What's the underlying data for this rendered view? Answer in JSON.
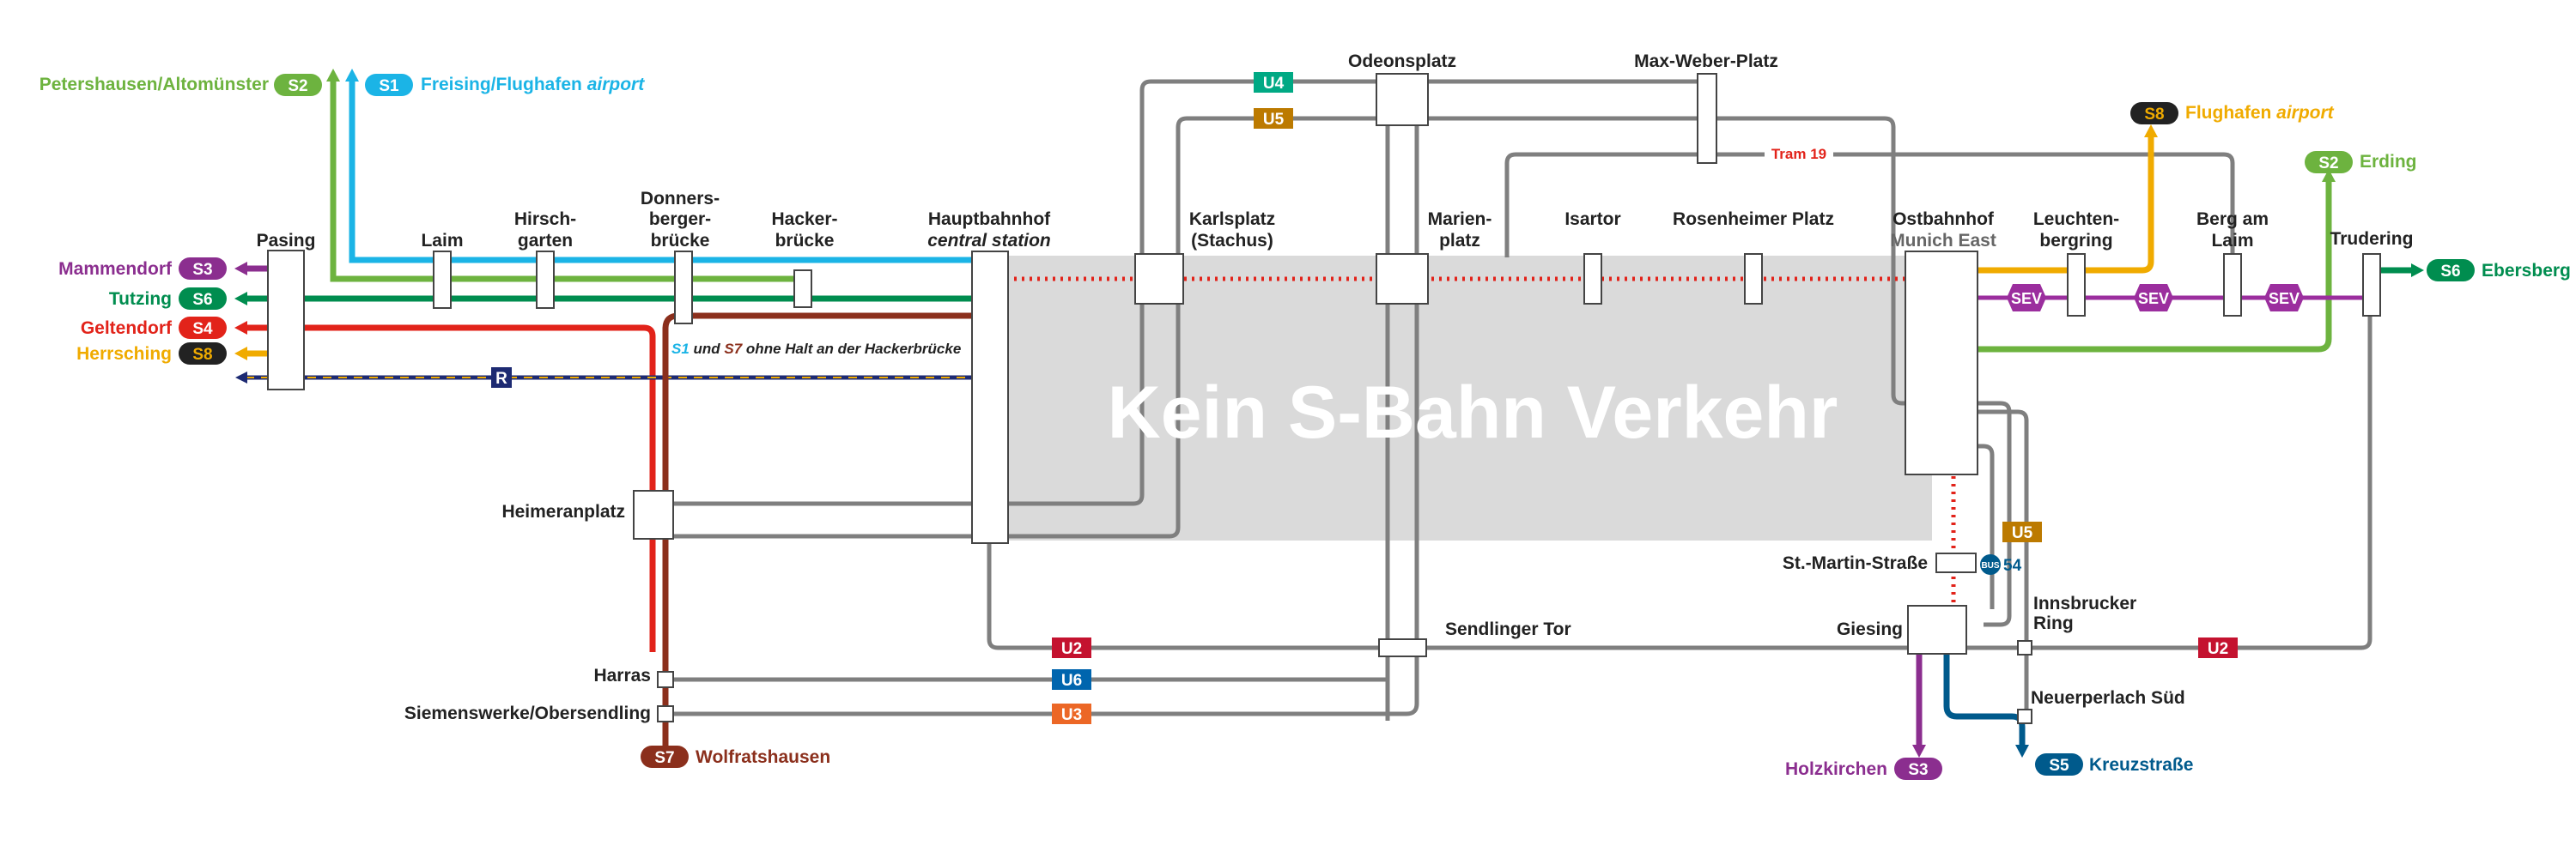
{
  "colors": {
    "s1": "#1bb4e6",
    "s2": "#6db33f",
    "s3": "#8b2e8f",
    "s4": "#e2231a",
    "s5": "#005a8c",
    "s6": "#008d4f",
    "s7": "#8b2f1c",
    "s8": "#f0ab00",
    "sev": "#9b2e9e",
    "u2": "#c4122f",
    "u3": "#ec6726",
    "u4": "#00a984",
    "u5": "#bc7a00",
    "u6": "#0065ae",
    "gray": "#7f7f7f",
    "closed": "#dadada",
    "tram": "#e2231a",
    "bus": "#005a8c",
    "r": "#1d2a72"
  },
  "banner": "Kein S-Bahn Verkehr",
  "stations": {
    "pasing": "Pasing",
    "laim": "Laim",
    "hirschgarten_1": "Hirsch-",
    "hirschgarten_2": "garten",
    "donnersberger_1": "Donners-",
    "donnersberger_2": "berger-",
    "donnersberger_3": "brücke",
    "hacker_1": "Hacker-",
    "hacker_2": "brücke",
    "hbf": "Hauptbahnhof",
    "hbf_sub": "central station",
    "karlsplatz": "Karlsplatz",
    "karlsplatz_sub": "(Stachus)",
    "odeonsplatz": "Odeonsplatz",
    "maxweber": "Max-Weber-Platz",
    "marien_1": "Marien-",
    "marien_2": "platz",
    "isartor": "Isartor",
    "rosenheimer": "Rosenheimer Platz",
    "ost": "Ostbahnhof",
    "ost_sub": "Munich East",
    "leuchten_1": "Leuchten-",
    "leuchten_2": "bergring",
    "berg_1": "Berg am",
    "berg_2": "Laim",
    "trudering": "Trudering",
    "heimeranplatz": "Heimeranplatz",
    "harras": "Harras",
    "siemenswerke": "Siemenswerke/Obersendling",
    "sendlinger": "Sendlinger Tor",
    "stmartin": "St.-Martin-Straße",
    "giesing": "Giesing",
    "innsbrucker_1": "Innsbrucker",
    "innsbrucker_2": "Ring",
    "neuperlach": "Neuerperlach Süd"
  },
  "destinations": {
    "petershausen": "Petershausen/Altomünster",
    "freising": "Freising/Flughafen",
    "airport_word": "airport",
    "mammendorf": "Mammendorf",
    "tutzing": "Tutzing",
    "geltendorf": "Geltendorf",
    "herrsching": "Herrsching",
    "wolfratshausen": "Wolfratshausen",
    "flughafen": "Flughafen",
    "erding": "Erding",
    "ebersberg": "Ebersberg",
    "holzkirchen": "Holzkirchen",
    "kreuzstrasse": "Kreuzstraße"
  },
  "lines": {
    "s1": "S1",
    "s2": "S2",
    "s3": "S3",
    "s4": "S4",
    "s5": "S5",
    "s6": "S6",
    "s7": "S7",
    "s8": "S8",
    "u2": "U2",
    "u3": "U3",
    "u4": "U4",
    "u5": "U5",
    "u6": "U6",
    "tram19": "Tram 19",
    "r": "R",
    "bus_tag": "BUS",
    "bus_num": "54",
    "sev": "SEV"
  },
  "note": {
    "s1": "S1",
    "und": " und ",
    "s7": "S7",
    "rest": " ohne Halt an der Hackerbrücke"
  }
}
